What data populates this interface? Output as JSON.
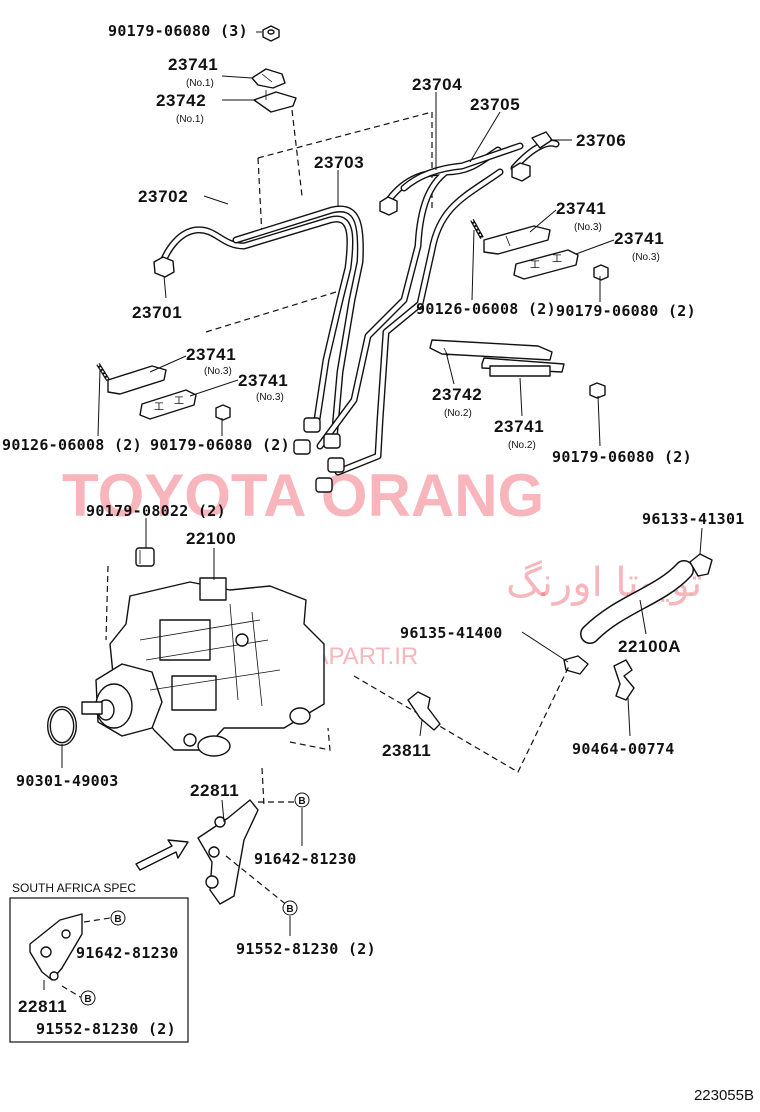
{
  "watermark": {
    "brand": "TOYOTA ORANG",
    "brand_fa": "تویوتا اورنگ",
    "site": "TOYOTAPART.IR"
  },
  "callouts": {
    "c_90179_06080_3": "90179-06080 (3)",
    "c_23741_a": "23741",
    "c_23741_a_sub": "(No.1)",
    "c_23742_a": "23742",
    "c_23742_a_sub": "(No.1)",
    "c_23704": "23704",
    "c_23705": "23705",
    "c_23706": "23706",
    "c_23703": "23703",
    "c_23702": "23702",
    "c_23701": "23701",
    "c_23741_b": "23741",
    "c_23741_b_sub": "(No.3)",
    "c_23741_c": "23741",
    "c_23741_c_sub": "(No.3)",
    "c_90126_06008_a": "90126-06008 (2)",
    "c_90179_06080_a": "90179-06080 (2)",
    "c_23741_d": "23741",
    "c_23741_d_sub": "(No.3)",
    "c_23741_e": "23741",
    "c_23741_e_sub": "(No.3)",
    "c_90126_06008_b": "90126-06008 (2)",
    "c_90179_06080_b": "90179-06080 (2)",
    "c_23742_b": "23742",
    "c_23742_b_sub": "(No.2)",
    "c_23741_f": "23741",
    "c_23741_f_sub": "(No.2)",
    "c_90179_06080_c": "90179-06080 (2)",
    "c_90179_08022": "90179-08022 (2)",
    "c_22100": "22100",
    "c_96133_41301": "96133-41301",
    "c_96135_41400": "96135-41400",
    "c_22100A": "22100A",
    "c_90301_49003": "90301-49003",
    "c_23811": "23811",
    "c_90464_00774": "90464-00774",
    "c_22811": "22811",
    "c_91642_81230_a": "91642-81230",
    "c_91552_81230_a": "91552-81230 (2)",
    "c_91642_81230_b": "91642-81230",
    "c_22811_b": "22811",
    "c_91552_81230_b": "91552-81230 (2)",
    "marker_b": "B"
  },
  "inset": {
    "title": "SOUTH AFRICA SPEC"
  },
  "figure_code": "223055B"
}
